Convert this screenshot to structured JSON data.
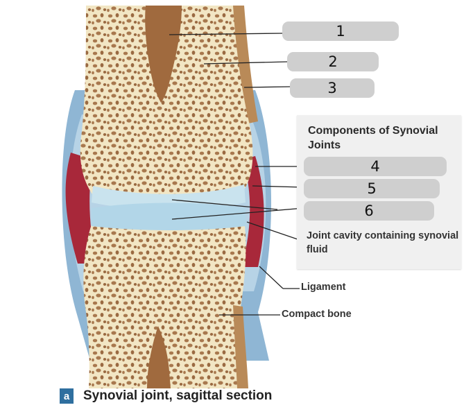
{
  "legend": {
    "title": "Components of Synovial Joints",
    "cavity_label": "Joint cavity containing synovial fluid"
  },
  "blanks": [
    "1",
    "2",
    "3",
    "4",
    "5",
    "6"
  ],
  "labels": {
    "ligament": "Ligament",
    "compact_bone": "Compact bone"
  },
  "caption": {
    "badge": "a",
    "text": "Synovial joint, sagittal section"
  },
  "colors": {
    "bone": "#f2e6c4",
    "marrow": "#a8784e",
    "cartilage": "#c9e3ee",
    "capsule": "#8fb6d4",
    "cavity": "#a8283a",
    "periosteum": "#b98a58",
    "blank_fill": "#cfcfcf",
    "legend_bg": "#f0f0f0",
    "caption_badge": "#2f6f9f"
  }
}
